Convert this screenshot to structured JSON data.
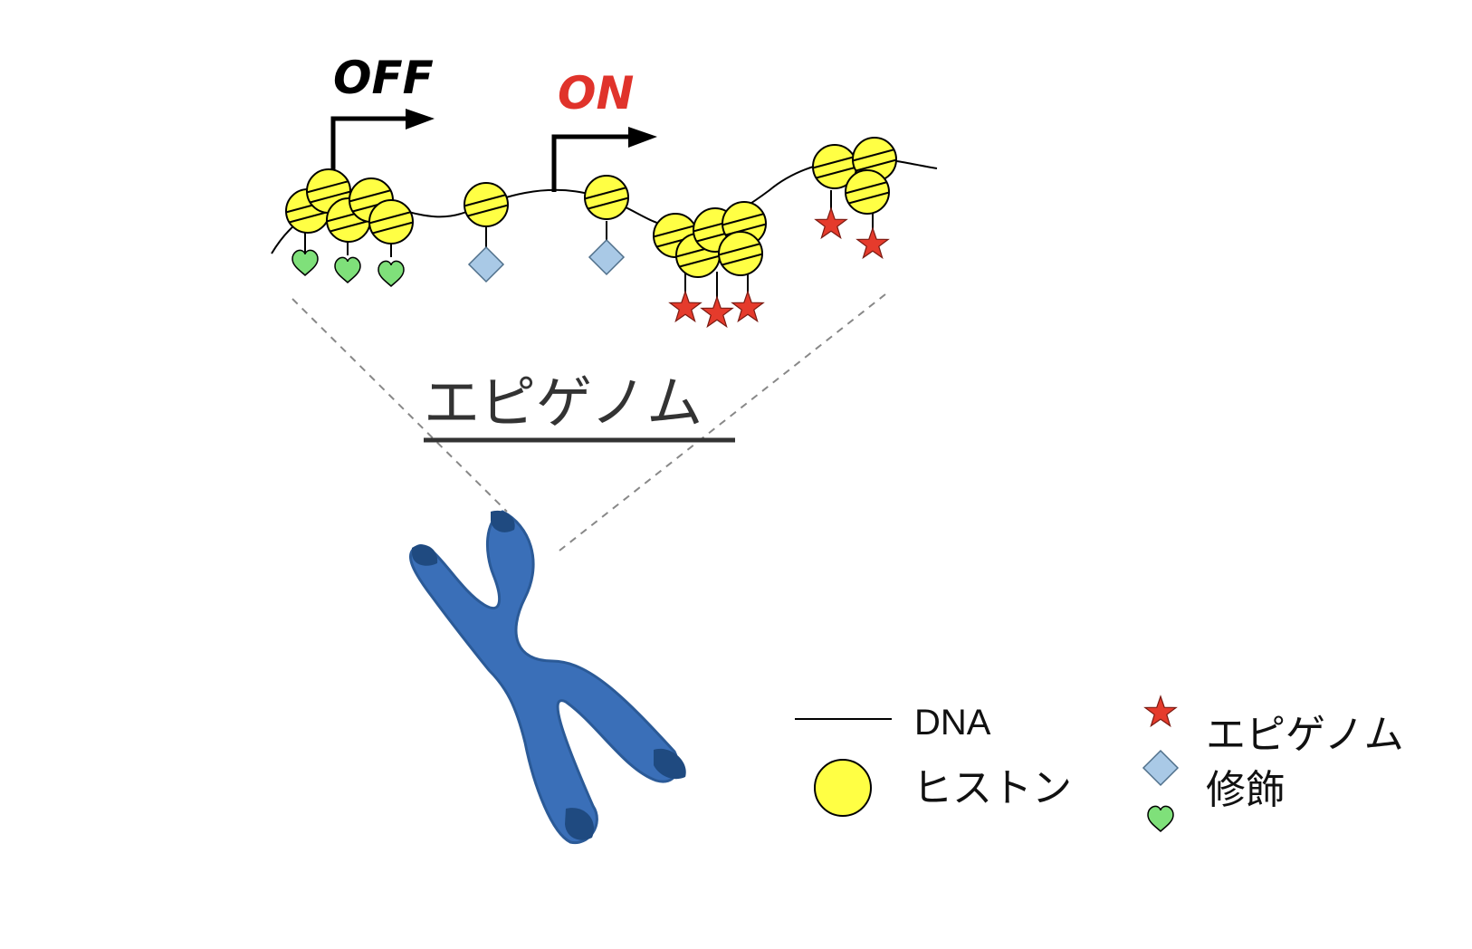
{
  "diagram": {
    "state_labels": {
      "off": "OFF",
      "on": "ON"
    },
    "title": "エピゲノム",
    "legend": {
      "dna": "DNA",
      "histone": "ヒストン",
      "modification_line1": "エピゲノム",
      "modification_line2": "修飾"
    }
  },
  "colors": {
    "histone_fill": "#ffff44",
    "chromosome": "#3a6fb8",
    "chromosome_tip": "#1f4a80",
    "star": "#e53b2c",
    "diamond": "#a9c9e6",
    "heart": "#7fe07a",
    "on_label": "#e0332b"
  },
  "icons": [
    "histone-circle",
    "star-icon",
    "diamond-icon",
    "heart-icon",
    "arrow-icon",
    "chromosome"
  ]
}
